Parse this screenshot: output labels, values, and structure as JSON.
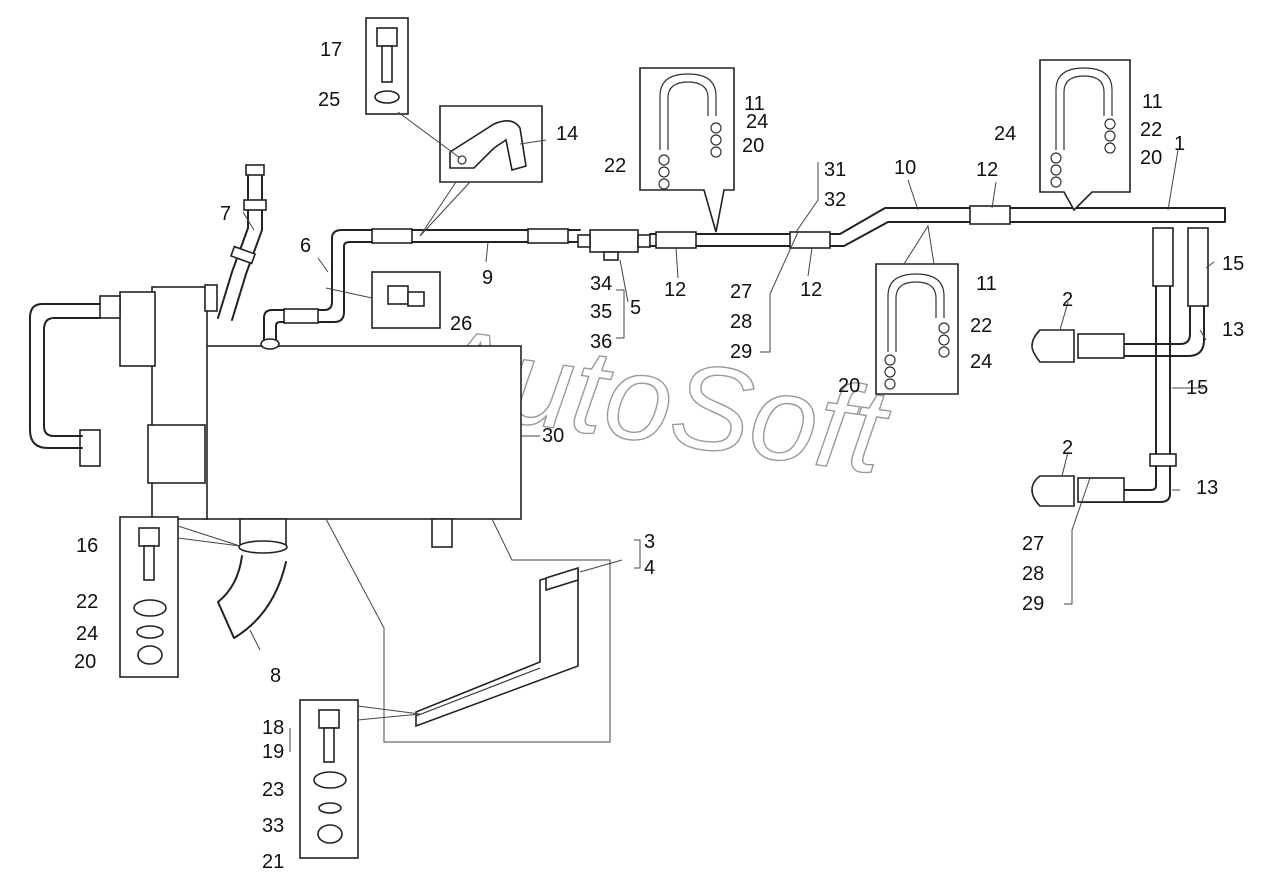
{
  "watermark": "AutoSoft",
  "callouts": {
    "c1": "1",
    "c2a": "2",
    "c2b": "2",
    "c3": "3",
    "c4": "4",
    "c5": "5",
    "c6": "6",
    "c7": "7",
    "c8": "8",
    "c9": "9",
    "c10": "10",
    "c11a": "11",
    "c11b": "11",
    "c11c": "11",
    "c12a": "12",
    "c12b": "12",
    "c12c": "12",
    "c13a": "13",
    "c13b": "13",
    "c14": "14",
    "c15a": "15",
    "c15b": "15",
    "c16": "16",
    "c17": "17",
    "c18": "18",
    "c19": "19",
    "c20a": "20",
    "c20b": "20",
    "c20c": "20",
    "c20d": "20",
    "c21": "21",
    "c22a": "22",
    "c22b": "22",
    "c22c": "22",
    "c22d": "22",
    "c23": "23",
    "c24a": "24",
    "c24b": "24",
    "c24c": "24",
    "c24d": "24",
    "c25": "25",
    "c26": "26",
    "c27a": "27",
    "c27b": "27",
    "c28a": "28",
    "c28b": "28",
    "c29a": "29",
    "c29b": "29",
    "c30": "30",
    "c31": "31",
    "c32": "32",
    "c33": "33",
    "c34": "34",
    "c35": "35",
    "c36": "36"
  }
}
